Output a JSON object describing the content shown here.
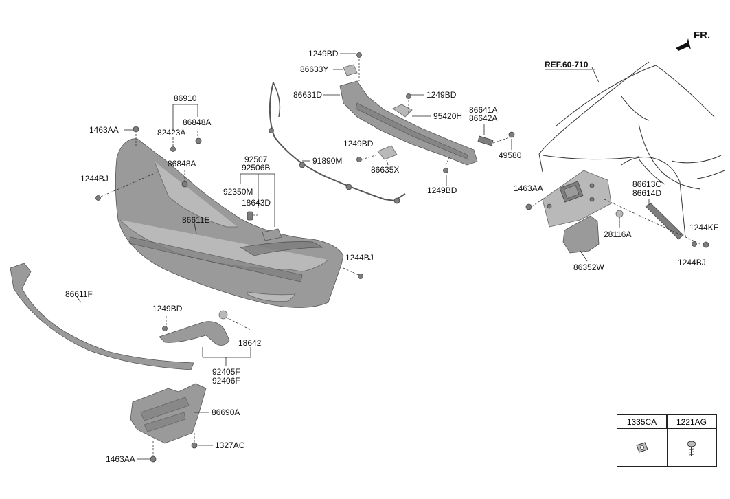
{
  "orientation": {
    "label": "FR."
  },
  "reference": {
    "label": "REF.60-710"
  },
  "callouts": {
    "c86910": "86910",
    "c82423A": "82423A",
    "c86848A_1": "86848A",
    "c86848A_2": "86848A",
    "c1463AA_1": "1463AA",
    "c1244BJ_1": "1244BJ",
    "c92507": "92507",
    "c92506B": "92506B",
    "c92350M": "92350M",
    "c18643D": "18643D",
    "c86611E": "86611E",
    "c1244BJ_2": "1244BJ",
    "c86611F": "86611F",
    "c1249BD_5": "1249BD",
    "c18642": "18642",
    "c92405F": "92405F",
    "c92406F": "92406F",
    "c86690A": "86690A",
    "c1327AC": "1327AC",
    "c1463AA_3": "1463AA",
    "c1249BD_1": "1249BD",
    "c86633Y": "86633Y",
    "c86631D": "86631D",
    "c1249BD_2": "1249BD",
    "c95420H": "95420H",
    "c91890M": "91890M",
    "c1249BD_3": "1249BD",
    "c86635X": "86635X",
    "c1249BD_4": "1249BD",
    "c86641A": "86641A",
    "c86642A": "86642A",
    "c49580": "49580",
    "c1463AA_2": "1463AA",
    "c86613C": "86613C",
    "c86614D": "86614D",
    "c28116A": "28116A",
    "c1244KE": "1244KE",
    "c1244BJ_3": "1244BJ",
    "c86352W": "86352W"
  },
  "legend": {
    "headers": [
      "1335CA",
      "1221AG"
    ],
    "icons": [
      "clip-nut-icon",
      "screw-icon"
    ]
  }
}
